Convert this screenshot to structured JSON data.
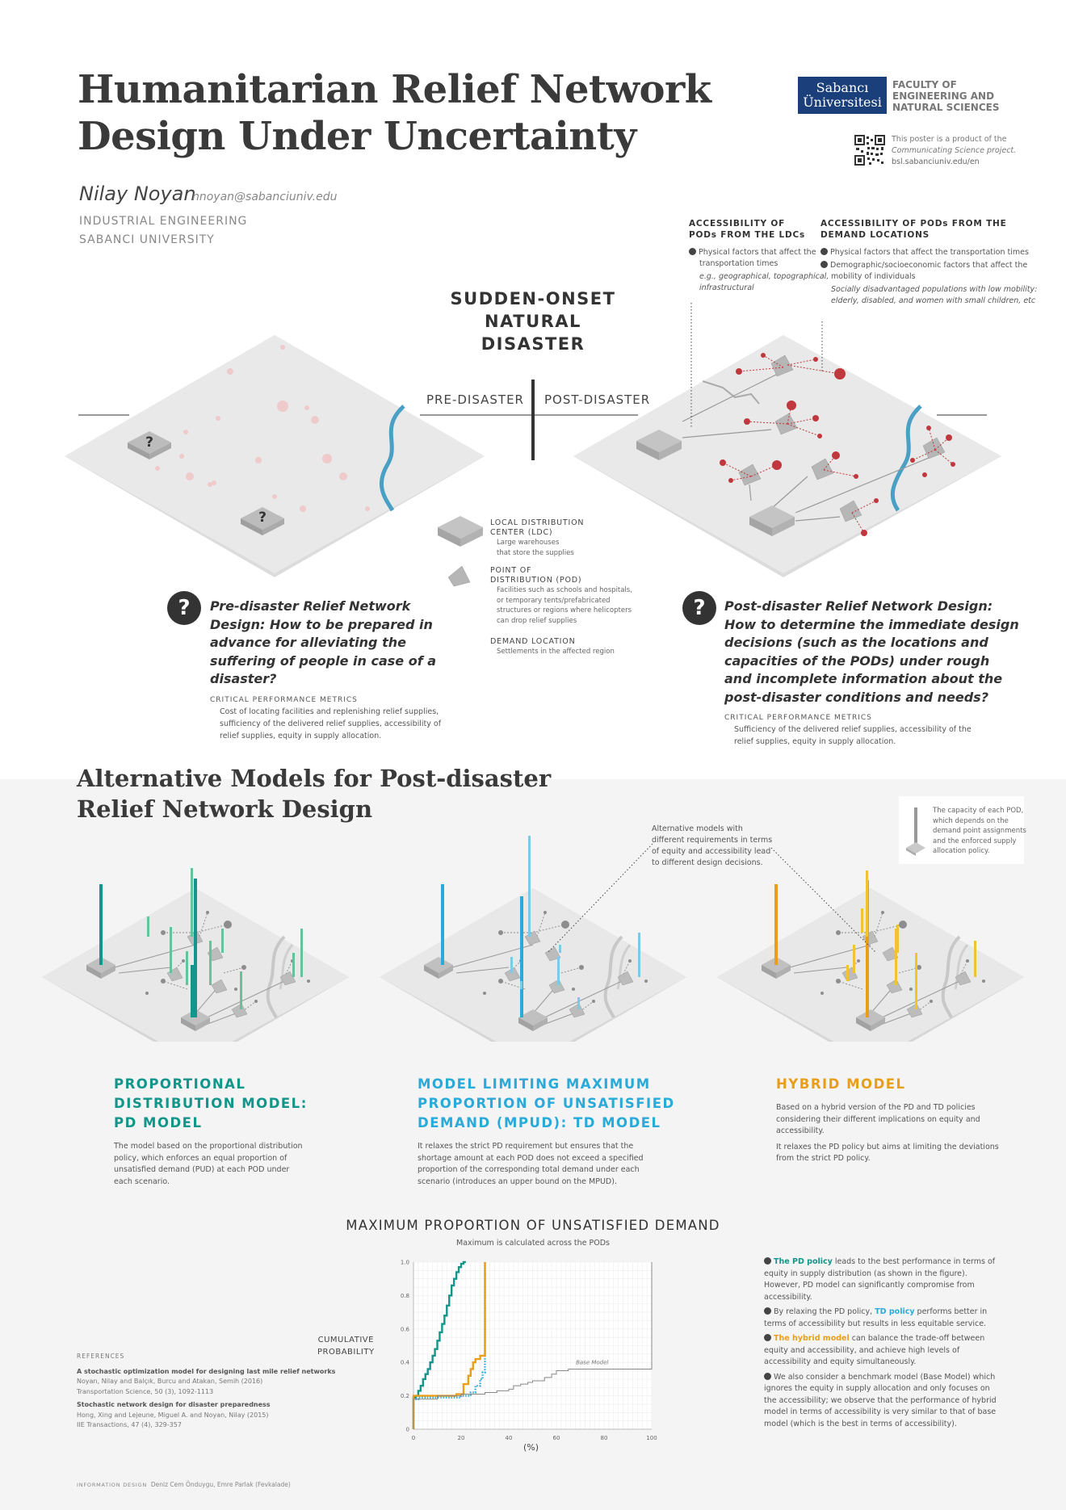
{
  "header": {
    "title_line1": "Humanitarian Relief Network",
    "title_line2": "Design Under Uncertainty",
    "author": "Nilay Noyan",
    "email": "nnoyan@sabanciuniv.edu",
    "department": "INDUSTRIAL ENGINEERING",
    "university": "SABANCI UNIVERSITY",
    "logo_line1": "Sabancı",
    "logo_line2": "Üniversitesi",
    "faculty_line1": "FACULTY OF",
    "faculty_line2": "ENGINEERING AND",
    "faculty_line3": "NATURAL SCIENCES",
    "poster_note_line1": "This poster is a product of the",
    "poster_note_line2": "Communicating Science project.",
    "poster_url": "bsl.sabanciuniv.edu/en"
  },
  "disaster": {
    "line1": "SUDDEN-ONSET",
    "line2": "NATURAL",
    "line3": "DISASTER",
    "pre_label": "PRE-DISASTER",
    "post_label": "POST-DISASTER",
    "question_mark": "?"
  },
  "accessibility": {
    "ldc_head_line1": "ACCESSIBILITY OF",
    "ldc_head_line2": "PODs FROM THE LDCs",
    "ldc_text_line1": "Physical factors that affect the",
    "ldc_text_line2": "transportation times",
    "ldc_example_line1": "e.g., geographical, topographical,",
    "ldc_example_line2": "infrastructural",
    "dem_head_line1": "ACCESSIBILITY OF PODs FROM THE",
    "dem_head_line2": "DEMAND LOCATIONS",
    "dem_text1": "Physical factors that affect the transportation times",
    "dem_text2_line1": "Demographic/socioeconomic factors that affect the",
    "dem_text2_line2": "mobility of individuals",
    "dem_example_line1": "Socially disadvantaged populations with low mobility:",
    "dem_example_line2": "elderly, disabled, and women with small children, etc"
  },
  "legend": {
    "ldc_head_line1": "LOCAL DISTRIBUTION",
    "ldc_head_line2": "CENTER (LDC)",
    "ldc_text_line1": "Large warehouses",
    "ldc_text_line2": "that store the supplies",
    "pod_head_line1": "POINT OF",
    "pod_head_line2": "DISTRIBUTION (POD)",
    "pod_text_line1": "Facilities such as schools and hospitals,",
    "pod_text_line2": "or temporary tents/prefabricated",
    "pod_text_line3": "structures or regions where helicopters",
    "pod_text_line4": "can drop relief supplies",
    "dem_head": "DEMAND LOCATION",
    "dem_text": "Settlements in the affected region"
  },
  "questions": {
    "pre_line1": "Pre-disaster Relief Network",
    "pre_line2": "Design: How to be prepared in",
    "pre_line3": "advance for alleviating the",
    "pre_line4": "suffering of people in case of a",
    "pre_line5": "disaster?",
    "pre_metrics_head": "CRITICAL PERFORMANCE METRICS",
    "pre_metrics_line1": "Cost of locating facilities and replenishing relief supplies,",
    "pre_metrics_line2": "sufficiency of the delivered relief supplies, accessibility of",
    "pre_metrics_line3": "relief supplies, equity in supply allocation.",
    "post_line1": "Post-disaster Relief Network Design:",
    "post_line2": "How to determine the immediate design",
    "post_line3": "decisions (such as the locations and",
    "post_line4": "capacities of the PODs) under rough",
    "post_line5": "and incomplete information about the",
    "post_line6": "post-disaster conditions and needs?",
    "post_metrics_head": "CRITICAL PERFORMANCE METRICS",
    "post_metrics_line1": "Sufficiency of the delivered relief supplies, accessibility of the",
    "post_metrics_line2": "relief supplies, equity in supply allocation."
  },
  "alternatives": {
    "title_line1": "Alternative Models for Post-disaster",
    "title_line2": "Relief Network Design",
    "capacity_note_line1": "The capacity of each POD,",
    "capacity_note_line2": "which depends on the",
    "capacity_note_line3": "demand point assignments",
    "capacity_note_line4": "and the enforced supply",
    "capacity_note_line5": "allocation policy.",
    "alt_note_line1": "Alternative models with",
    "alt_note_line2": "different requirements in terms",
    "alt_note_line3": "of equity and accessibility lead",
    "alt_note_line4": "to different design decisions.",
    "pd_title_line1": "PROPORTIONAL",
    "pd_title_line2": "DISTRIBUTION MODEL:",
    "pd_title_line3": "PD MODEL",
    "pd_text_line1": "The model based on the proportional distribution",
    "pd_text_line2": "policy, which enforces an equal proportion of",
    "pd_text_line3": "unsatisfied demand (PUD) at each POD under",
    "pd_text_line4": "each scenario.",
    "td_title_line1": "MODEL LIMITING MAXIMUM",
    "td_title_line2": "PROPORTION OF UNSATISFIED",
    "td_title_line3": "DEMAND (MPUD): TD MODEL",
    "td_text_line1": "It relaxes the strict PD requirement but ensures that the",
    "td_text_line2": "shortage amount at each POD does not exceed a specified",
    "td_text_line3": "proportion of the corresponding total demand under each",
    "td_text_line4": "scenario (introduces an upper bound on the MPUD).",
    "hy_title": "HYBRID MODEL",
    "hy_text_line1": "Based on a  hybrid version of the PD and TD policies",
    "hy_text_line2": "considering their different implications on equity and",
    "hy_text_line3": "accessibility.",
    "hy_text2_line1": "It relaxes the PD policy but aims at limiting the deviations",
    "hy_text2_line2": "from the strict PD policy."
  },
  "chart_data": {
    "type": "line",
    "title": "MAXIMUM PROPORTION OF UNSATISFIED DEMAND",
    "subtitle": "Maximum is calculated across the PODs",
    "xlabel": "(%)",
    "ylabel_line1": "CUMULATIVE",
    "ylabel_line2": "PROBABILITY",
    "xlim": [
      0,
      100
    ],
    "ylim": [
      0,
      1.0
    ],
    "x_ticks": [
      "0",
      "20",
      "40",
      "60",
      "80",
      "100"
    ],
    "y_ticks": [
      "0",
      "0.2",
      "0.4",
      "0.6",
      "0.8",
      "1.0"
    ],
    "grid": true,
    "series": [
      {
        "name": "PD",
        "color": "#12958a",
        "style": "solid-step",
        "x": [
          0,
          0,
          1,
          2,
          3,
          4,
          5,
          6,
          7,
          8,
          9,
          10,
          11,
          12,
          13,
          14,
          15,
          16,
          17,
          18,
          19,
          20,
          21,
          22
        ],
        "y": [
          0,
          0.19,
          0.2,
          0.23,
          0.26,
          0.3,
          0.33,
          0.36,
          0.4,
          0.44,
          0.48,
          0.53,
          0.58,
          0.63,
          0.68,
          0.74,
          0.8,
          0.86,
          0.9,
          0.94,
          0.97,
          0.99,
          1.0,
          1.0
        ]
      },
      {
        "name": "TD",
        "color": "#2aaad8",
        "style": "dotted-step",
        "x": [
          0,
          0,
          2,
          10,
          20,
          24,
          26,
          28,
          29,
          30,
          30
        ],
        "y": [
          0,
          0.18,
          0.19,
          0.19,
          0.2,
          0.22,
          0.26,
          0.3,
          0.34,
          0.38,
          1.0
        ]
      },
      {
        "name": "Hybrid",
        "color": "#e99e1a",
        "style": "solid-step",
        "x": [
          0,
          0,
          5,
          18,
          21,
          23,
          24,
          25,
          26,
          28,
          30,
          30
        ],
        "y": [
          0,
          0.2,
          0.2,
          0.21,
          0.27,
          0.32,
          0.36,
          0.4,
          0.42,
          0.44,
          0.45,
          1.0
        ]
      },
      {
        "name": "Base Model",
        "color": "#888888",
        "style": "solid-step",
        "x": [
          0,
          0,
          10,
          20,
          30,
          35,
          40,
          42,
          45,
          48,
          50,
          55,
          58,
          60,
          62,
          65,
          70,
          75,
          80,
          85,
          90,
          95,
          100,
          100
        ],
        "y": [
          0,
          0.18,
          0.2,
          0.21,
          0.22,
          0.23,
          0.24,
          0.26,
          0.27,
          0.28,
          0.29,
          0.31,
          0.33,
          0.35,
          0.35,
          0.36,
          0.36,
          0.36,
          0.36,
          0.36,
          0.36,
          0.36,
          0.36,
          1.0
        ]
      }
    ],
    "annotations": [
      "Base Model"
    ]
  },
  "findings": {
    "f1_bold": "The PD policy",
    "f1_rest": " leads to the best performance in terms of equity in supply distribution (as shown in the figure). However, PD model can significantly compromise from accessibility.",
    "f2_pre": "By relaxing the PD policy, ",
    "f2_bold": "TD policy",
    "f2_rest": " performs better in terms of accessibility but results in less equitable service.",
    "f3_bold": "The hybrid model",
    "f3_rest": " can balance the trade-off between equity and accessibility, and achieve high levels of accessibility and equity simultaneously.",
    "f4": "We also consider a benchmark model (Base Model) which ignores the equity in supply allocation and only focuses on the accessibility; we observe that the performance of hybrid model in terms of accessibility is very similar to that of base model (which is the best in terms of accessibility)."
  },
  "references": {
    "head": "REFERENCES",
    "r1_title": "A stochastic optimization model for designing last mile relief networks",
    "r1_authors": "Noyan, Nilay and Balçık, Burcu and Atakan, Semih (2016)",
    "r1_journal": "Transportation Science, 50 (3), 1092-1113",
    "r2_title": "Stochastic network design for disaster preparedness",
    "r2_authors": "Hong, Xing and Lejeune, Miguel A. and  Noyan, Nilay (2015)",
    "r2_journal": "IIE Transactions, 47 (4), 329-357"
  },
  "credits": {
    "label": "INFORMATION DESIGN",
    "names": "Deniz Cem Önduygu, Emre Parlak (Fevkalade)"
  },
  "colors": {
    "teal": "#12958a",
    "blue": "#2aaad8",
    "orange": "#e99e1a",
    "red": "#c0383d",
    "river": "#4a9fc4",
    "logo_navy": "#1b3f7a"
  }
}
